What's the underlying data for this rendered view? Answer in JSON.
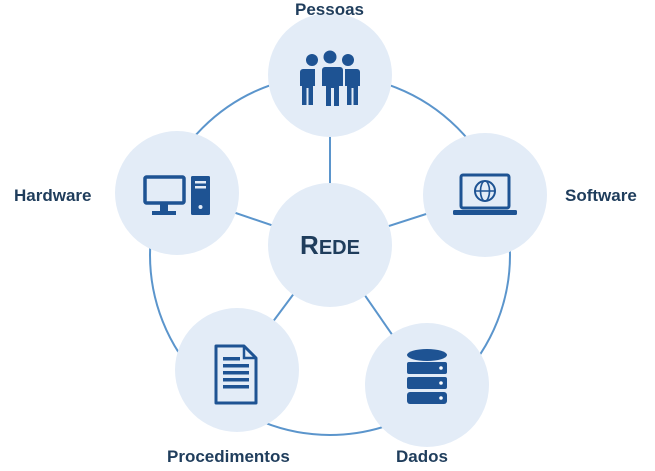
{
  "center": {
    "label": "REDE",
    "first_letter": "R",
    "rest": "EDE"
  },
  "nodes": [
    {
      "id": "pessoas",
      "label": "Pessoas",
      "icon": "people-icon"
    },
    {
      "id": "software",
      "label": "Software",
      "icon": "laptop-globe-icon"
    },
    {
      "id": "dados",
      "label": "Dados",
      "icon": "database-icon"
    },
    {
      "id": "procedimentos",
      "label": "Procedimentos",
      "icon": "document-icon"
    },
    {
      "id": "hardware",
      "label": "Hardware",
      "icon": "desktop-computer-icon"
    }
  ],
  "colors": {
    "circle": "#e3ecf7",
    "line": "#5b95cc",
    "icon": "#1e5393",
    "text": "#1f3d5c"
  }
}
